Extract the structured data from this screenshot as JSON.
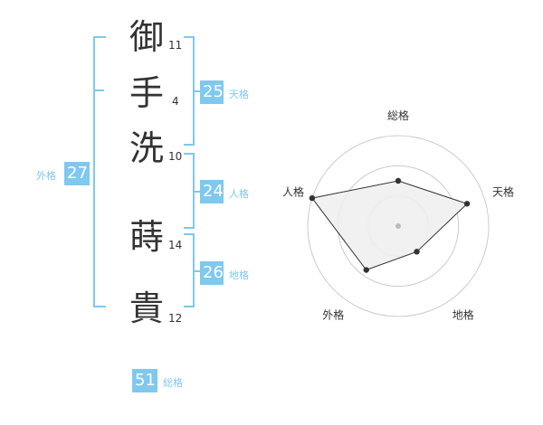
{
  "name": {
    "chars": [
      "御",
      "手",
      "洗",
      "蒔",
      "貴"
    ],
    "strokes": [
      "11",
      "4",
      "10",
      "14",
      "12"
    ]
  },
  "kakusu": {
    "tenkaku": {
      "value": "25",
      "label": "天格"
    },
    "jinkaku": {
      "value": "24",
      "label": "人格"
    },
    "chikaku": {
      "value": "26",
      "label": "地格"
    },
    "gaikaku": {
      "value": "27",
      "label": "外格"
    },
    "soukaku": {
      "value": "51",
      "label": "総格"
    }
  },
  "chart_data": {
    "type": "radar",
    "axes": [
      "総格",
      "天格",
      "地格",
      "外格",
      "人格"
    ],
    "values": [
      0.5,
      0.8,
      0.35,
      0.6,
      1.0
    ],
    "rings": 3,
    "colors": {
      "fill": "#eeeeee",
      "line": "#333333",
      "grid": "#cccccc",
      "center": "#bbbbbb"
    }
  }
}
